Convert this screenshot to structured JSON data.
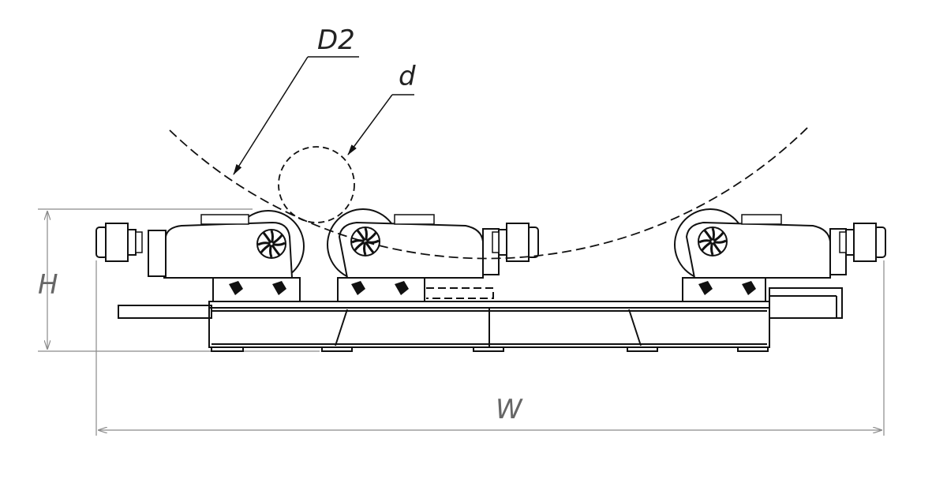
{
  "labels": {
    "outer_diameter": "D2",
    "inner_diameter": "d",
    "height": "H",
    "width": "W"
  },
  "colors": {
    "line": "#111111",
    "dimension": "#8a8a8a"
  }
}
